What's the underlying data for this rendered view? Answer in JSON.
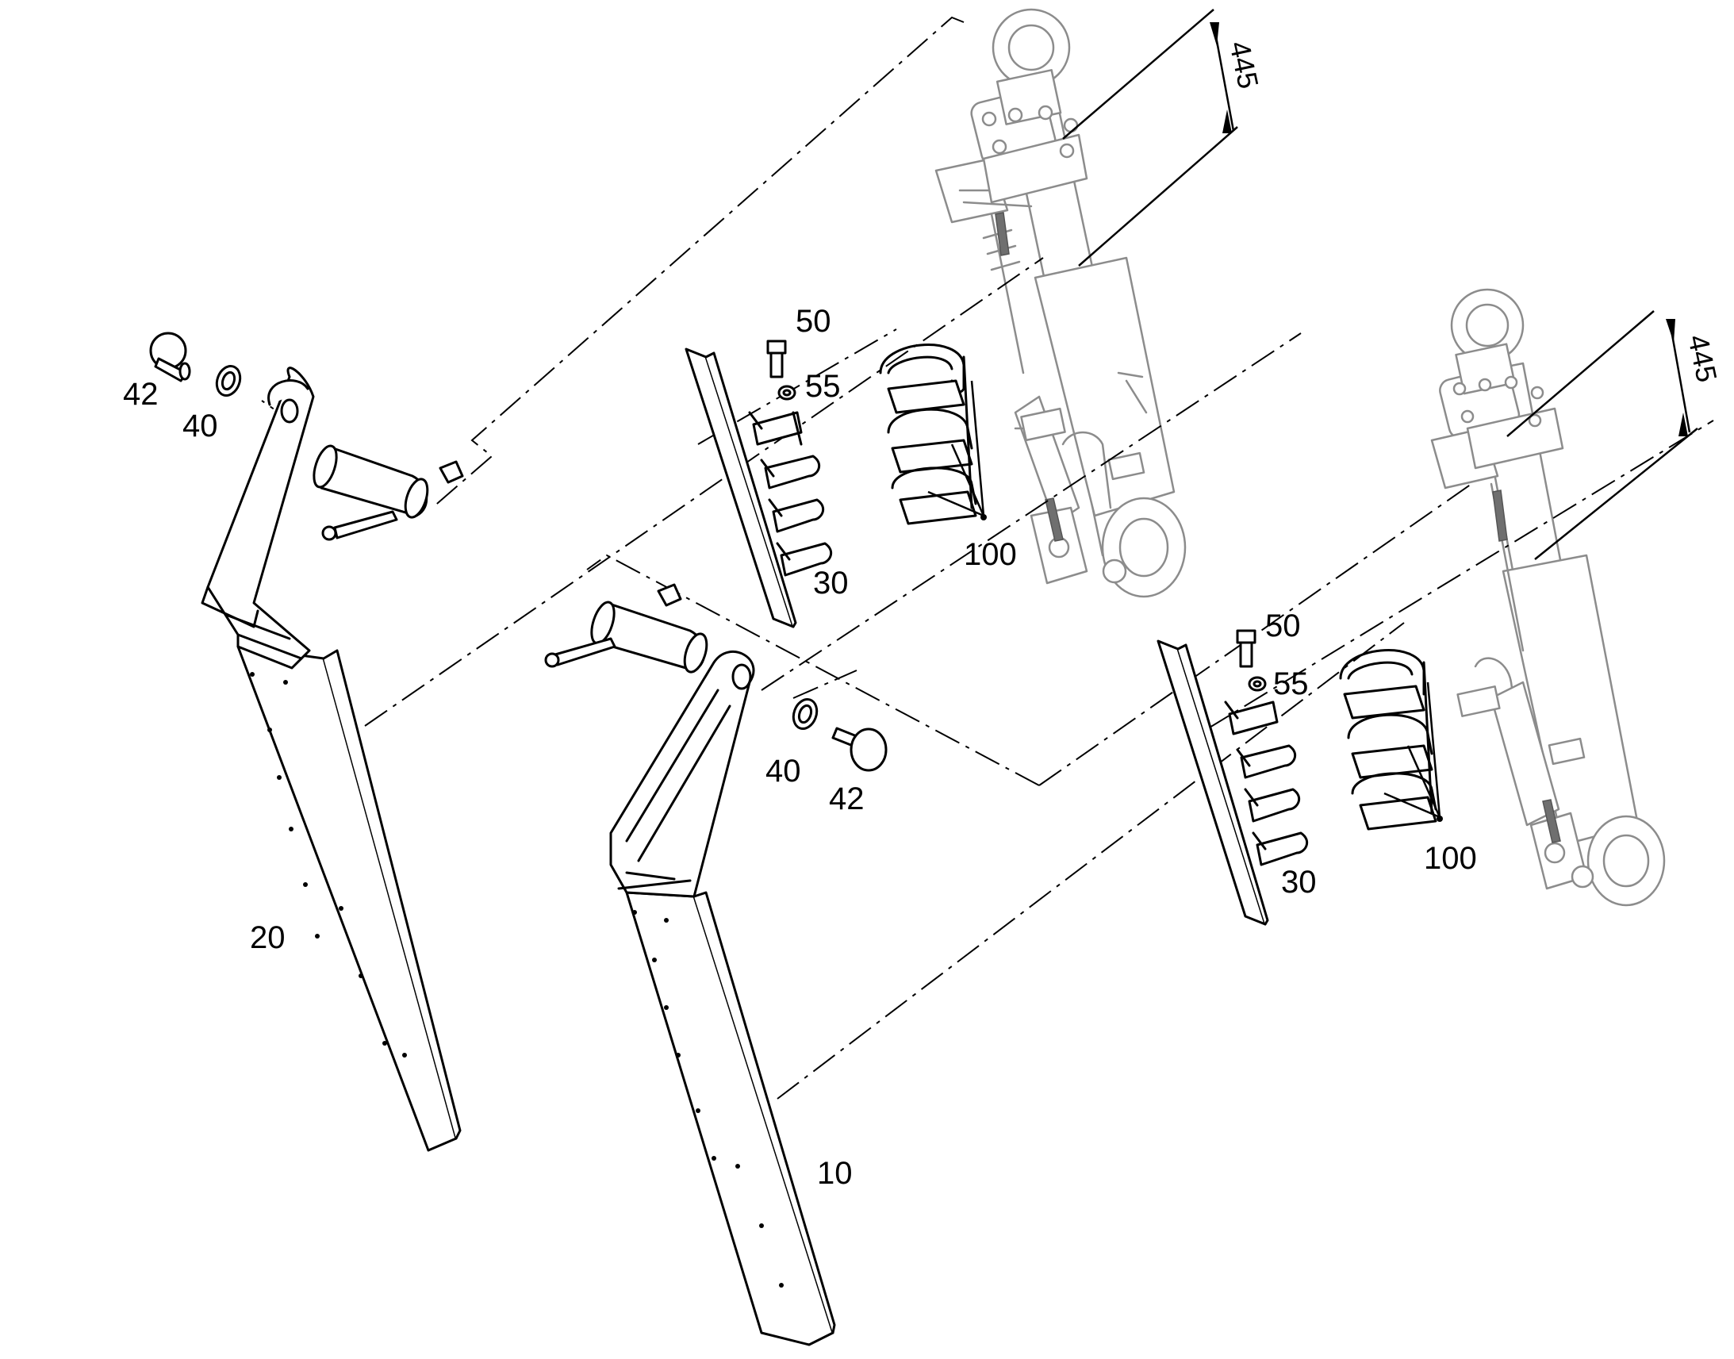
{
  "labels": {
    "pos_10": "10",
    "pos_20": "20",
    "pos_30": "30",
    "pos_40": "40",
    "pos_42": "42",
    "pos_50": "50",
    "pos_55": "55",
    "pos_100": "100",
    "dim_445": "445"
  },
  "colors": {
    "line": "#000000",
    "cylinder_line": "#8c8c8c",
    "background": "#ffffff"
  }
}
